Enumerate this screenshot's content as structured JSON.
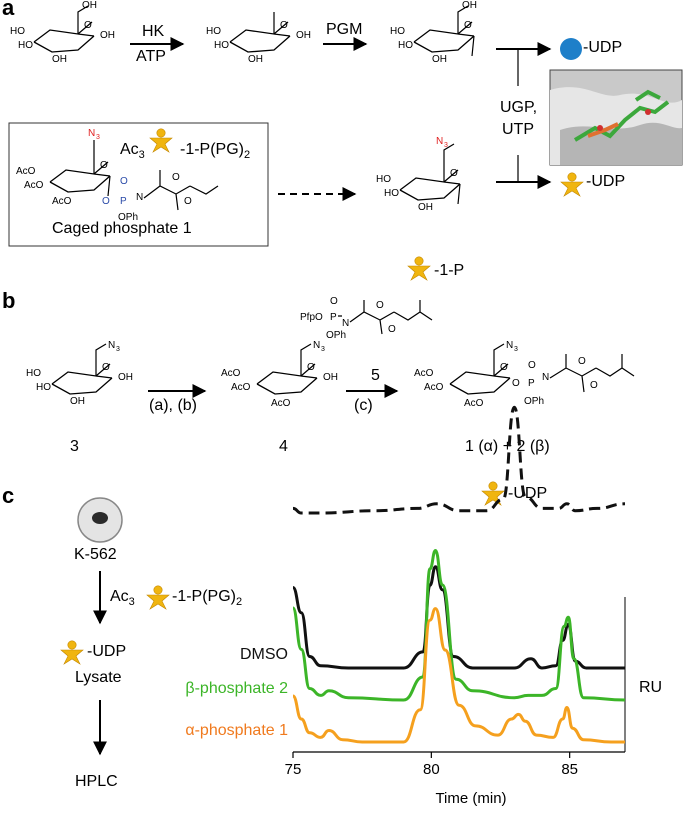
{
  "panels": {
    "a": "a",
    "b": "b",
    "c": "c"
  },
  "panel_a": {
    "enzyme1": {
      "top": "HK",
      "bottom": "ATP"
    },
    "enzyme2": "PGM",
    "enzyme3": {
      "top": "UGP,",
      "bottom": "UTP"
    },
    "product_udp_top": "-UDP",
    "product_udp_bottom": "-UDP",
    "caged_label": "Caged phosphate 1",
    "caged_short": {
      "prefix": "Ac",
      "sub": "3",
      "suffix": "-1-P(PG)",
      "suffix_sub": "2"
    },
    "sugar_1p": "-1-P",
    "colors": {
      "blue_circle": "#1e7fc9",
      "star": "#f0b510",
      "azide": "#e02020",
      "phosphate": "#2a4aa8"
    }
  },
  "panel_b": {
    "reagent_5": "5",
    "conditions_ab": "(a), (b)",
    "conditions_c": "(c)",
    "compound_3": "3",
    "compound_4": "4",
    "compound_12": "1 (α) + 2 (β)"
  },
  "panel_c": {
    "cell_line": "K-562",
    "treatment": {
      "prefix": "Ac",
      "sub": "3",
      "suffix": "-1-P(PG)",
      "suffix_sub": "2"
    },
    "udp_label": "-UDP",
    "lysate": "Lysate",
    "hplc": "HPLC",
    "peak_label": "-UDP",
    "ru": "RU",
    "colors": {
      "dmso": "#111111",
      "beta": "#3cb528",
      "alpha": "#f5a01e"
    }
  },
  "chart_data": {
    "type": "line",
    "xlabel": "Time (min)",
    "ylabel": "RU",
    "xlim": [
      75,
      87
    ],
    "xticks": [
      75,
      80,
      85
    ],
    "grid": false,
    "series": [
      {
        "name": "",
        "style": "dashed",
        "color": "#111111",
        "x": [
          75,
          75.3,
          76,
          78,
          79.5,
          80.2,
          81,
          82,
          82.6,
          83.0,
          83.4,
          84,
          84.6,
          84.9,
          85.2,
          86,
          87
        ],
        "y": [
          0.52,
          0.5,
          0.5,
          0.51,
          0.52,
          0.54,
          0.51,
          0.51,
          0.56,
          0.96,
          0.57,
          0.52,
          0.52,
          0.54,
          0.51,
          0.52,
          0.54
        ]
      },
      {
        "name": "DMSO",
        "style": "solid",
        "color": "#111111",
        "x": [
          75,
          75.3,
          75.6,
          76,
          77,
          79,
          79.7,
          79.95,
          80.15,
          80.4,
          80.8,
          81.5,
          83,
          83.6,
          84,
          84.5,
          84.75,
          84.95,
          85.2,
          85.6,
          87
        ],
        "y": [
          0.73,
          0.62,
          0.43,
          0.39,
          0.38,
          0.38,
          0.45,
          0.74,
          0.82,
          0.72,
          0.43,
          0.38,
          0.38,
          0.42,
          0.38,
          0.39,
          0.5,
          0.57,
          0.41,
          0.38,
          0.38
        ]
      },
      {
        "name": "β-phosphate 2",
        "style": "solid",
        "color": "#3cb528",
        "x": [
          75,
          75.3,
          75.6,
          76,
          76.3,
          77,
          79,
          79.7,
          79.95,
          80.15,
          80.4,
          80.9,
          81.5,
          83,
          83.5,
          84,
          84.5,
          84.8,
          84.95,
          85.15,
          85.5,
          87
        ],
        "y": [
          0.58,
          0.4,
          0.23,
          0.2,
          0.22,
          0.19,
          0.18,
          0.28,
          0.75,
          0.83,
          0.68,
          0.27,
          0.22,
          0.19,
          0.2,
          0.2,
          0.23,
          0.5,
          0.54,
          0.36,
          0.19,
          0.18
        ]
      },
      {
        "name": "α-phosphate 1",
        "style": "solid",
        "color": "#f5a01e",
        "x": [
          75,
          75.3,
          75.6,
          76,
          76.3,
          76.8,
          77.5,
          79,
          79.6,
          79.95,
          80.15,
          80.5,
          81,
          81.6,
          82.4,
          82.9,
          83.15,
          83.4,
          83.8,
          84.4,
          84.75,
          84.9,
          85.1,
          85.5,
          86.5,
          87
        ],
        "y": [
          0.2,
          0.1,
          0.04,
          0.02,
          0.05,
          0.01,
          0.0,
          0.0,
          0.14,
          0.53,
          0.58,
          0.4,
          0.16,
          0.07,
          0.03,
          0.1,
          0.12,
          0.09,
          0.03,
          0.02,
          0.1,
          0.15,
          0.06,
          0.01,
          0.0,
          0.0
        ]
      }
    ]
  }
}
